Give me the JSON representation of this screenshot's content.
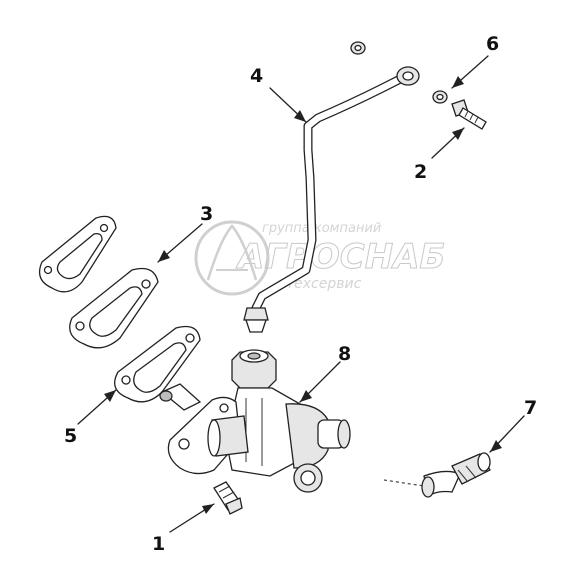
{
  "watermark": {
    "line1": "группа компаний",
    "line2": "АГРОСНАБ",
    "line3": "техсервис"
  },
  "callouts": [
    {
      "id": "1",
      "label": "1"
    },
    {
      "id": "2",
      "label": "2"
    },
    {
      "id": "3",
      "label": "3"
    },
    {
      "id": "4",
      "label": "4"
    },
    {
      "id": "5",
      "label": "5"
    },
    {
      "id": "6",
      "label": "6"
    },
    {
      "id": "7",
      "label": "7"
    },
    {
      "id": "8",
      "label": "8"
    }
  ]
}
